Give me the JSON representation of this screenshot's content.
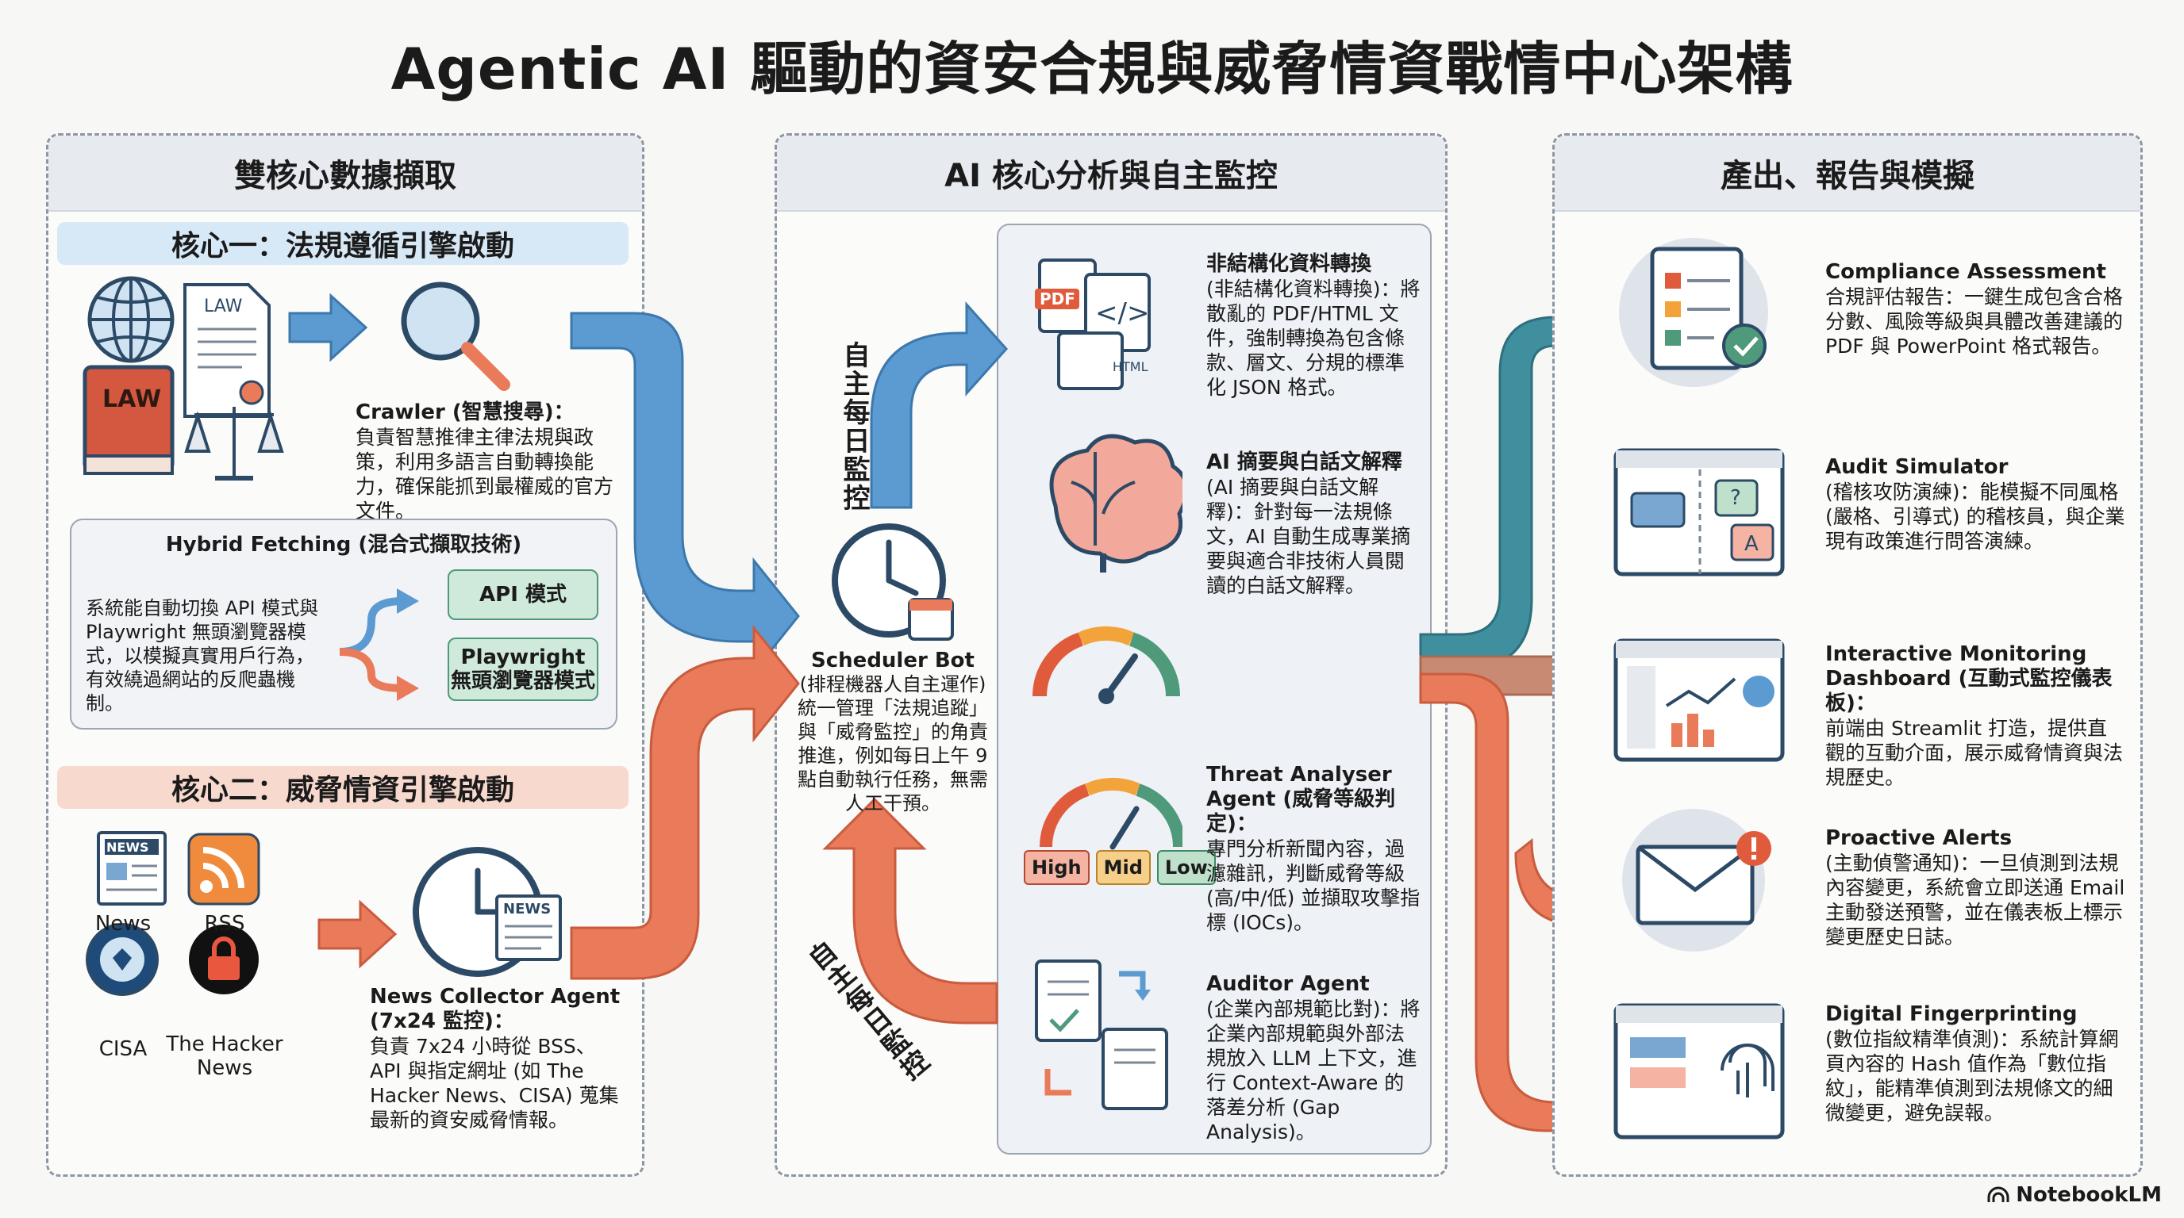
{
  "title": "Agentic AI 驅動的資安合規與威脅情資戰情中心架構",
  "left": {
    "header": "雙核心數據擷取",
    "core1": {
      "band": "核心一：法規遵循引擎啟動",
      "law_doc_label": "LAW",
      "law_book_label": "LAW",
      "crawler_title": "Crawler (智慧搜尋)：",
      "crawler_desc": "負責智慧推律主律法規與政策，利用多語言自動轉換能力，確保能抓到最權威的官方文件。"
    },
    "hybrid": {
      "title": "Hybrid Fetching (混合式擷取技術)",
      "desc": "系統能自動切換 API 模式與 Playwright 無頭瀏覽器模式，以模擬真實用戶行為，有效繞過網站的反爬蟲機制。",
      "api_mode": "API 模式",
      "pw_mode_1": "Playwright",
      "pw_mode_2": "無頭瀏覽器模式"
    },
    "core2": {
      "band": "核心二：威脅情資引擎啟動",
      "sources": [
        "News",
        "RSS",
        "CISA",
        "The Hacker News"
      ],
      "news_icon_text": "NEWS",
      "clock_news_text": "NEWS",
      "collector_title_1": "News Collector Agent",
      "collector_title_2": "(7x24 監控)：",
      "collector_desc": "負責 7x24 小時從 BSS、API 與指定網址 (如 The Hacker News、CISA) 蒐集最新的資安威脅情報。"
    }
  },
  "middle": {
    "header": "AI 核心分析與自主監控",
    "monitor_top": "自主每日監控",
    "monitor_bottom": "自主每日監控",
    "scheduler_title": "Scheduler Bot",
    "scheduler_desc": "(排程機器人自主運作) 統一管理「法規追蹤」與「威脅監控」的角責推進，例如每日上午 9 點自動執行任務，無需人工干預。",
    "pdf_label": "PDF",
    "html_label": "HTML",
    "code_label": "</>",
    "items": [
      {
        "title": "非結構化資料轉換",
        "desc": "(非結構化資料轉換)：將散亂的 PDF/HTML 文件，強制轉換為包含條款、層文、分規的標準化 JSON 格式。"
      },
      {
        "title": "AI 摘要與白話文解釋",
        "desc": "(AI 摘要與白話文解釋)：針對每一法規條文，AI 自動生成專業摘要與適合非技術人員閱讀的白話文解釋。"
      },
      {
        "title": "Threat Analyser Agent (威脅等級判定)：",
        "desc": "專門分析新聞內容，過濾雜訊，判斷威脅等級 (高/中/低) 並擷取攻擊指標 (IOCs)。"
      },
      {
        "title": "Auditor Agent",
        "desc": "(企業內部規範比對)：將企業內部規範與外部法規放入 LLM 上下文，進行 Context-Aware 的落差分析 (Gap Analysis)。"
      }
    ],
    "levels": [
      "High",
      "Mid",
      "Low"
    ]
  },
  "right": {
    "header": "產出、報告與模擬",
    "items": [
      {
        "title": "Compliance Assessment",
        "desc": "合規評估報告：一鍵生成包含合格分數、風險等級與具體改善建議的 PDF 與 PowerPoint 格式報告。"
      },
      {
        "title": "Audit Simulator",
        "desc": "(稽核攻防演練)：能模擬不同風格 (嚴格、引導式) 的稽核員，與企業現有政策進行問答演練。"
      },
      {
        "title": "Interactive Monitoring Dashboard (互動式監控儀表板)：",
        "desc": "前端由 Streamlit 打造，提供直觀的互動介面，展示威脅情資與法規歷史。"
      },
      {
        "title": "Proactive Alerts",
        "desc": "(主動偵警通知)：一旦偵測到法規內容變更，系統會立即送通 Email 主動發送預警，並在儀表板上標示變更歷史日誌。"
      },
      {
        "title": "Digital Fingerprinting",
        "desc": "(數位指紋精準偵測)：系統計算網頁內容的 Hash 值作為「數位指紋」，能精準偵測到法規條文的細微變更，避免誤報。"
      }
    ],
    "chat_q": "?",
    "chat_a": "A"
  },
  "brand": "NotebookLM",
  "colors": {
    "blue": "#5b9bd1",
    "orange": "#e97a5a",
    "teal": "#3f8f9f",
    "green": "#4e9a7a"
  }
}
